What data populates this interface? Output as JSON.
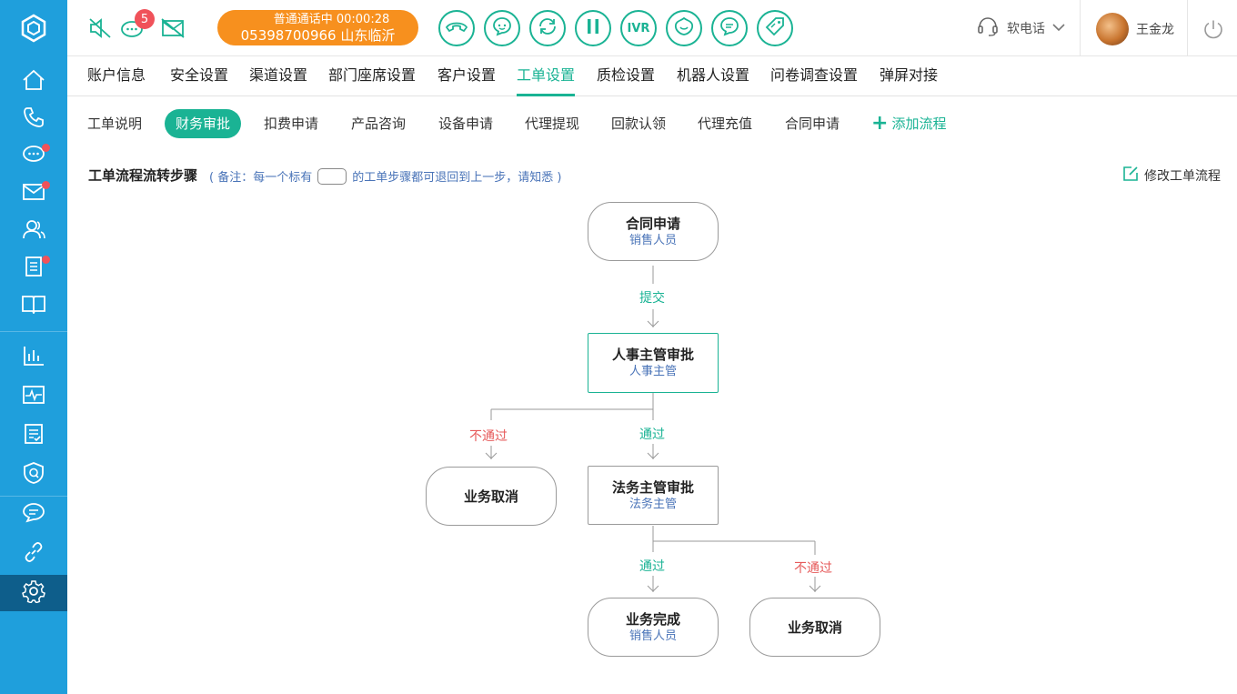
{
  "colors": {
    "sidebar_bg": "#1f9fdc",
    "sidebar_active": "#0e5e8b",
    "accent": "#1ab394",
    "call_pill": "#f7901e",
    "badge": "#f0525a",
    "reject_label": "#e65a5a",
    "note_text": "#4a74b8"
  },
  "sidebar": {
    "logo_icon": "hexagon-logo-icon",
    "items": [
      {
        "icon": "home-icon",
        "has_dot": false
      },
      {
        "icon": "phone-icon",
        "has_dot": false
      },
      {
        "icon": "chat-bubble-icon",
        "has_dot": true
      },
      {
        "icon": "mail-icon",
        "has_dot": true
      },
      {
        "icon": "contacts-icon",
        "has_dot": false
      },
      {
        "icon": "document-list-icon",
        "has_dot": true
      },
      {
        "icon": "book-icon",
        "has_dot": false
      },
      {
        "icon": "bar-chart-icon",
        "has_dot": false
      },
      {
        "icon": "monitor-wave-icon",
        "has_dot": false
      },
      {
        "icon": "checklist-icon",
        "has_dot": false
      },
      {
        "icon": "shield-q-icon",
        "has_dot": false
      },
      {
        "icon": "message-icon",
        "has_dot": false
      },
      {
        "icon": "link-icon",
        "has_dot": false
      },
      {
        "icon": "settings-gear-icon",
        "has_dot": false,
        "active": true
      }
    ]
  },
  "topbar": {
    "mute_icon": "speaker-mute-icon",
    "message_icon": "message-bubble-icon",
    "message_badge": "5",
    "mail_off_icon": "mail-off-icon",
    "call_status": "普通通话中  00:00:28",
    "call_number": "05398700966 山东临沂",
    "controls": [
      {
        "icon": "hangup-icon",
        "label": ""
      },
      {
        "icon": "consult-icon",
        "label": ""
      },
      {
        "icon": "transfer-icon",
        "label": ""
      },
      {
        "icon": "pause-icon",
        "label": ""
      },
      {
        "icon": "ivr-icon",
        "label": "IVR"
      },
      {
        "icon": "satisfaction-icon",
        "label": ""
      },
      {
        "icon": "chat-icon",
        "label": ""
      },
      {
        "icon": "tag-icon",
        "label": ""
      }
    ],
    "softphone_label": "软电话",
    "user_name": "王金龙"
  },
  "main_nav": {
    "items": [
      "账户信息",
      "安全设置",
      "渠道设置",
      "部门座席设置",
      "客户设置",
      "工单设置",
      "质检设置",
      "机器人设置",
      "问卷调查设置",
      "弹屏对接"
    ],
    "active_index": 5
  },
  "sub_nav": {
    "items": [
      "工单说明",
      "财务审批",
      "扣费申请",
      "产品咨询",
      "设备申请",
      "代理提现",
      "回款认领",
      "代理充值",
      "合同申请"
    ],
    "active_index": 1,
    "add_label": "添加流程"
  },
  "flow": {
    "title": "工单流程流转步骤",
    "note_prefix": "( 备注：每一个标有",
    "note_suffix": "的工单步骤都可退回到上一步，请知悉 )",
    "edit_label": "修改工单流程",
    "nodes": {
      "contract": {
        "title": "合同申请",
        "role": "销售人员"
      },
      "hr_approve": {
        "title": "人事主管审批",
        "role": "人事主管"
      },
      "cancel_1": {
        "title": "业务取消",
        "role": ""
      },
      "legal_approve": {
        "title": "法务主管审批",
        "role": "法务主管"
      },
      "complete": {
        "title": "业务完成",
        "role": "销售人员"
      },
      "cancel_2": {
        "title": "业务取消",
        "role": ""
      }
    },
    "labels": {
      "submit": "提交",
      "pass_1": "通过",
      "reject_1": "不通过",
      "pass_2": "通过",
      "reject_2": "不通过"
    }
  }
}
